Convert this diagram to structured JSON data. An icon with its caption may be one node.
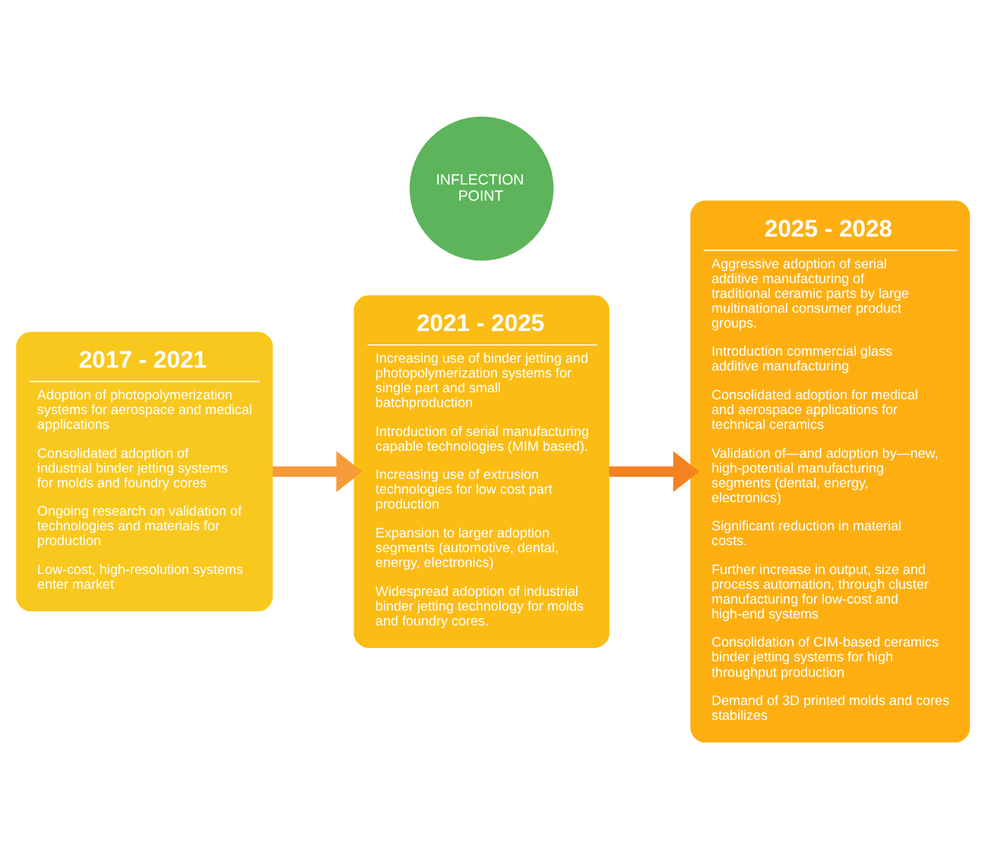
{
  "diagram": {
    "nodes": [
      {
        "text": [
          "2017 - 2021",
          "Adoption of photopolymerization systems for aerospace and medical applications",
          "Consolidated adoption of industrial binder jetting systems for molds and foundry cores",
          "Ongoing research on validation of technologies and materials for production",
          "Low-cost, high-resolution systems enter market"
        ]
      },
      {
        "text": [
          "2021 - 2025",
          "Increasing use of binder jetting and photopolymerization systems for single part and small batchproduction",
          "Introduction of serial manufacturing capable technologies (MIM based).",
          "Increasing use of extrusion technologies for low cost part production",
          "Expansion to larger adoption segments (automotive, dental, energy, electronics)",
          "Widespread adoption of industrial binder jetting technology for molds and foundry cores."
        ]
      },
      {
        "text": [
          "2025 - 2028",
          "Aggressive adoption of serial additive manufacturing of traditional ceramic parts by large multinational consumer product groups.",
          "Introduction commercial glass additive manufacturing",
          "Consolidated adoption for medical and aerospace applications for technical ceramics",
          "Validation of—and adoption by—new, high-potential manufacturing segments (dental, energy, electronics)",
          "Significant reduction in material costs.",
          "Further increase in output, size and process automation, through cluster manufacturing for low-cost and high-end systems",
          "Consolidation of CIM-based ceramics binder jetting systems for high throughput production",
          "Demand of 3D printed molds and cores stabilizes"
        ]
      },
      {
        "text": [
          "INFLECTION POINT"
        ]
      }
    ],
    "edges": [
      {
        "from": 0,
        "to": 1,
        "arrow": "to",
        "color": "#f79a38"
      },
      {
        "from": 1,
        "to": 2,
        "arrow": "to",
        "color": "#f58220"
      }
    ]
  }
}
